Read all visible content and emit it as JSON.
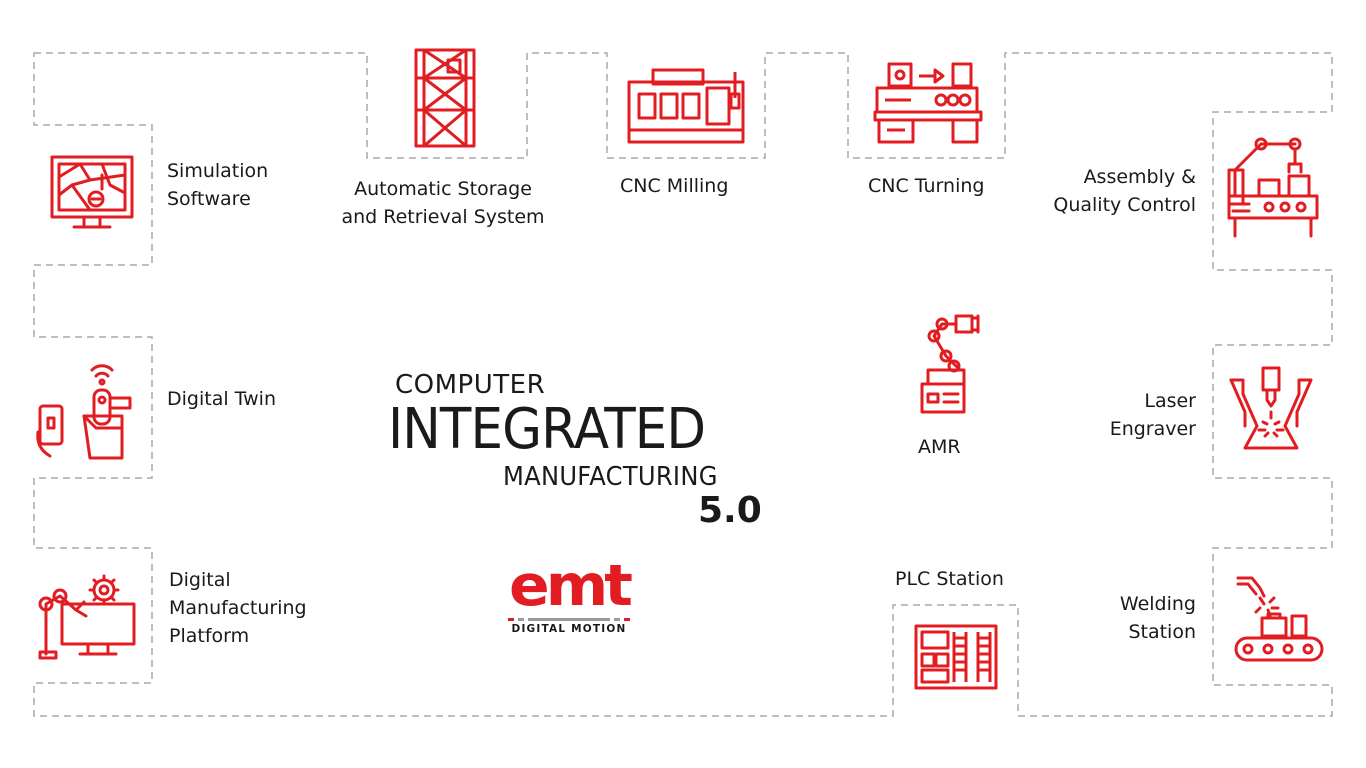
{
  "diagram": {
    "title_lines": [
      "COMPUTER",
      "INTEGRATED",
      "MANUFACTURING",
      "5.0"
    ],
    "logo": {
      "mark": "emt",
      "tagline": "DIGITAL MOTION",
      "accent": "#e11d22"
    },
    "stations": [
      {
        "id": "simulation",
        "lines": [
          "Simulation",
          "Software"
        ],
        "icon": "monitor-map-icon"
      },
      {
        "id": "asrs",
        "lines": [
          "Automatic Storage",
          "and Retrieval System"
        ],
        "icon": "storage-rack-icon"
      },
      {
        "id": "cnc-milling",
        "lines": [
          "CNC Milling"
        ],
        "icon": "milling-machine-icon"
      },
      {
        "id": "cnc-turning",
        "lines": [
          "CNC Turning"
        ],
        "icon": "lathe-icon"
      },
      {
        "id": "assembly",
        "lines": [
          "Assembly &",
          "Quality Control"
        ],
        "icon": "robot-conveyor-icon"
      },
      {
        "id": "digital-twin",
        "lines": [
          "Digital Twin"
        ],
        "icon": "phone-robot-icon"
      },
      {
        "id": "amr",
        "lines": [
          "AMR"
        ],
        "icon": "mobile-robot-icon"
      },
      {
        "id": "laser",
        "lines": [
          "Laser",
          "Engraver"
        ],
        "icon": "laser-icon"
      },
      {
        "id": "dmp",
        "lines": [
          "Digital",
          "Manufacturing",
          "Platform"
        ],
        "icon": "robot-gear-monitor-icon"
      },
      {
        "id": "plc",
        "lines": [
          "PLC Station"
        ],
        "icon": "plc-cabinet-icon"
      },
      {
        "id": "welding",
        "lines": [
          "Welding",
          "Station"
        ],
        "icon": "welding-conveyor-icon"
      }
    ],
    "colors": {
      "accent": "#e11d22",
      "text": "#1a1a1a",
      "path": "#a8a8a8"
    }
  }
}
